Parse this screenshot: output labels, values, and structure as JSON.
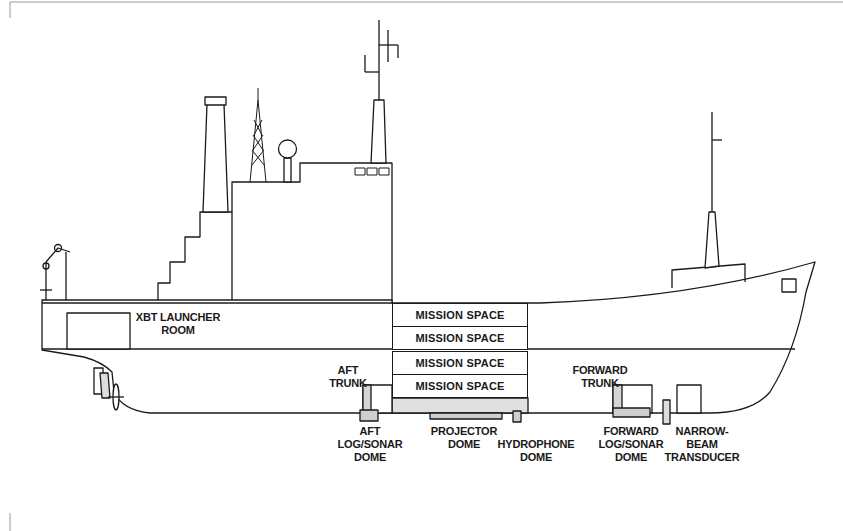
{
  "diagram": {
    "nodes": [
      {
        "text": [
          "MISSION SPACE"
        ]
      },
      {
        "text": [
          "MISSION SPACE"
        ]
      },
      {
        "text": [
          "MISSION SPACE"
        ]
      },
      {
        "text": [
          "MISSION SPACE"
        ]
      }
    ],
    "labels": [
      "XBT LAUNCHER ROOM",
      "AFT TRUNK",
      "FORWARD TRUNK",
      "AFT LOG/SONAR DOME",
      "PROJECTOR DOME",
      "HYDROPHONE DOME",
      "FORWARD LOG/SONAR DOME",
      "NARROW-BEAM TRANSDUCER"
    ]
  }
}
